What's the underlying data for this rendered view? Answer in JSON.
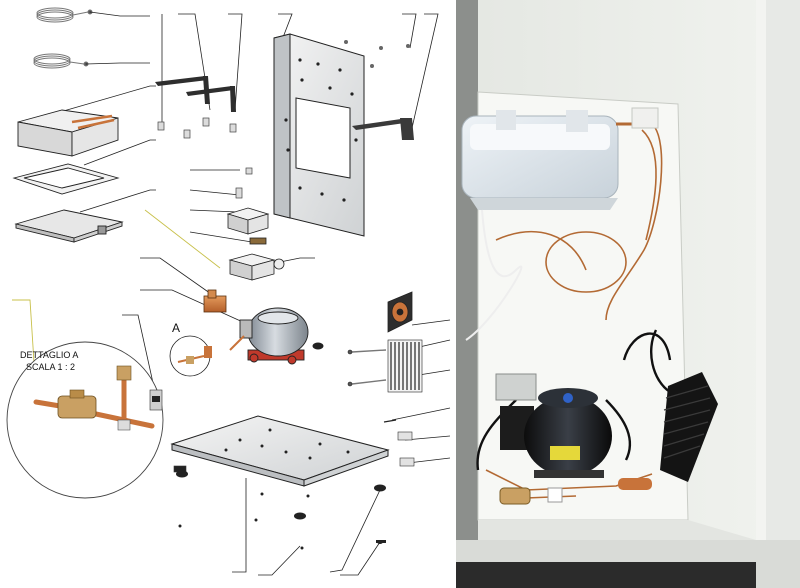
{
  "drawing": {
    "callout_letter": "A",
    "detail_title": "DETTAGLIO A",
    "detail_scale": "SCALA 1 : 2"
  },
  "colors": {
    "line": "#1a1a1a",
    "copper": "#c8733a",
    "brass": "#c9a063",
    "leader_yellow": "#c8c04a",
    "compressor": "#9aa3ad",
    "base_red": "#c0392b",
    "photo_wall": "#e9ece6"
  }
}
